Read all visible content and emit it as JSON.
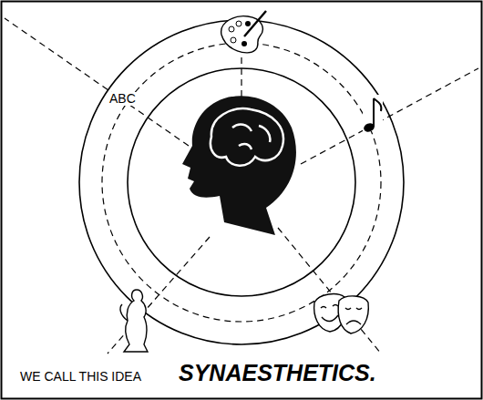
{
  "diagram": {
    "labels": [
      "ABC",
      "WE CALL THIS IDEA",
      "SYNAESTHETICS."
    ]
  }
}
